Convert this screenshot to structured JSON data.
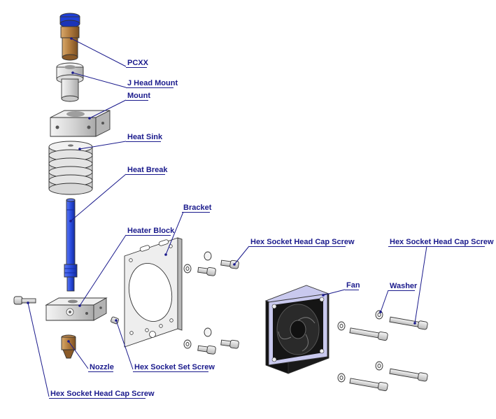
{
  "labels": {
    "pcxx": "PCXX",
    "j_head_mount": "J Head Mount",
    "mount": "Mount",
    "heat_sink": "Heat Sink",
    "heat_break": "Heat Break",
    "bracket": "Bracket",
    "heater_block": "Heater Block",
    "hex_cap_screw_mid": "Hex Socket Head Cap Screw",
    "hex_cap_screw_right": "Hex Socket Head Cap Screw",
    "fan": "Fan",
    "washer": "Washer",
    "nozzle": "Nozzle",
    "hex_set_screw": "Hex Socket Set Screw",
    "hex_cap_screw_bottom": "Hex Socket Head Cap Screw"
  },
  "colors": {
    "label": "#1a1a8c",
    "fitting_blue": "#1f3fd6",
    "heat_break_blue": "#2a4de0",
    "brass": "#b07a3c",
    "aluminum": "#d9d9d9",
    "fan_frame": "#c9c9ee",
    "fan_body": "#1a1a1a"
  }
}
